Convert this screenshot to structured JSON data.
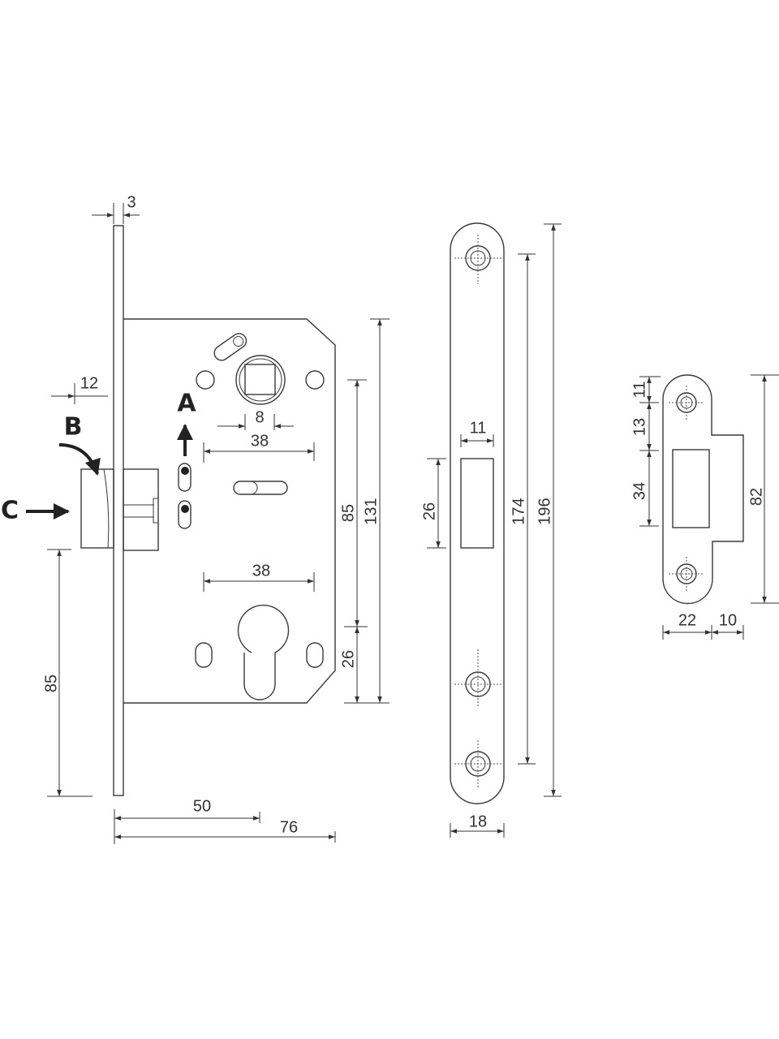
{
  "lock_body": {
    "labels": {
      "A": "A",
      "B": "B",
      "C": "C"
    },
    "dimensions": {
      "faceplate_thickness": "3",
      "latch_projection": "12",
      "spindle_square": "8",
      "spindle_to_hole": "38",
      "backset_cylinder": "38",
      "spindle_to_cylinder": "85",
      "case_height": "131",
      "cylinder_to_bottom": "26",
      "latch_to_bottom": "85",
      "backset": "50",
      "case_depth": "76"
    }
  },
  "long_strike": {
    "dimensions": {
      "opening_width": "11",
      "opening_height": "26",
      "hole_spacing": "174",
      "length": "196",
      "width": "18"
    }
  },
  "short_strike": {
    "dimensions": {
      "top_to_hole": "11",
      "hole_to_opening": "13",
      "opening_height": "34",
      "length": "82",
      "plate_width": "22",
      "lip_width": "10"
    }
  }
}
